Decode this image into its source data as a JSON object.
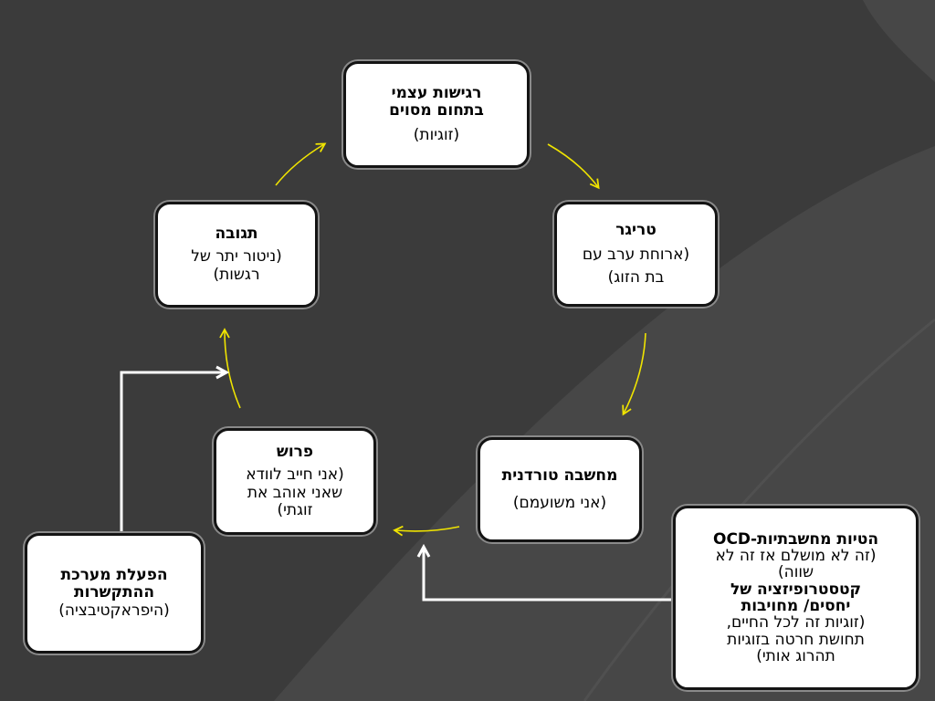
{
  "nodes": {
    "self_sensitivity": {
      "title_line1": "רגישות עצמי",
      "title_line2": "בתחום מסוים",
      "sub": "(זוגיות)"
    },
    "trigger": {
      "title": "טריגר",
      "sub_line1": "(ארוחת ערב עם",
      "sub_line2": "בת הזוג)"
    },
    "intrusive_thought": {
      "title": "מחשבה טורדנית",
      "sub": "(אני משועמם)"
    },
    "interpretation": {
      "title": "פרוש",
      "sub_line1": "(אני חייב לוודא",
      "sub_line2": "שאני אוהב את",
      "sub_line3": "זוגתי)"
    },
    "response": {
      "title": "תגובה",
      "sub_line1": "(ניטור יתר של",
      "sub_line2": "רגשות)"
    },
    "alarm_system": {
      "title_line1": "הפעלת מערכת",
      "title_line2": "ההתקשרות",
      "sub": "(היפראקטיבציה)"
    },
    "ocd_errors": {
      "title": "הטיות מחשבתיות-OCD",
      "sub1_line1": "(זה לא מושלם אז זה לא",
      "sub1_line2": "שווה)",
      "title2_line1": "קטסטרופיזציה של",
      "title2_line2": "יחסים/ מחויבות",
      "sub2_line1": "(זוגיות זה לכל החיים,",
      "sub2_line2": "תחושת חרטה בזוגיות",
      "sub2_line3": "תהרוג אותי)"
    }
  },
  "colors": {
    "background": "#3b3b3b",
    "arc_light": "#4a4a4a",
    "cycle_arrow": "#f0e400",
    "connector_arrow": "#ffffff",
    "box_fill": "#ffffff"
  }
}
